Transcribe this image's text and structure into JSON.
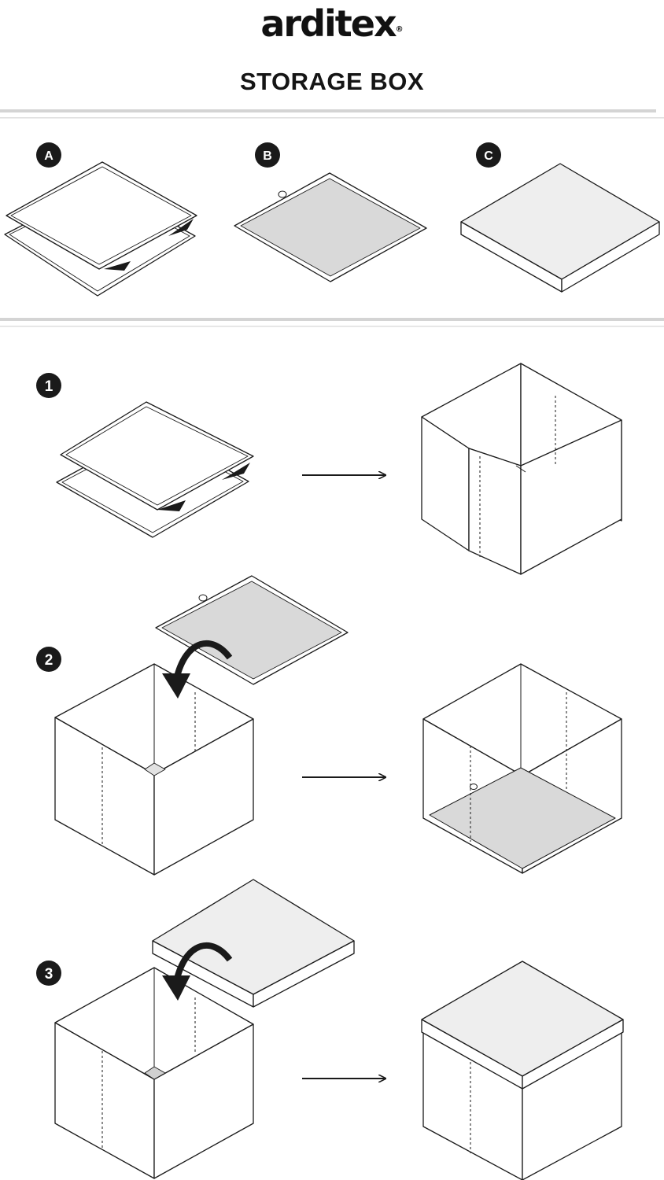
{
  "brand": {
    "logo_text": "arditex",
    "registered_mark": "®"
  },
  "title": "STORAGE BOX",
  "parts": [
    {
      "badge": "A"
    },
    {
      "badge": "B"
    },
    {
      "badge": "C"
    }
  ],
  "steps": [
    {
      "badge": "1"
    },
    {
      "badge": "2"
    },
    {
      "badge": "3"
    }
  ],
  "colors": {
    "line": "#1a1a1a",
    "panel_fill": "#ffffff",
    "base_fill": "#d9d9d9",
    "lid_fill": "#eeeeee",
    "divider": "#d4d4d4",
    "badge": "#1a1a1a"
  }
}
